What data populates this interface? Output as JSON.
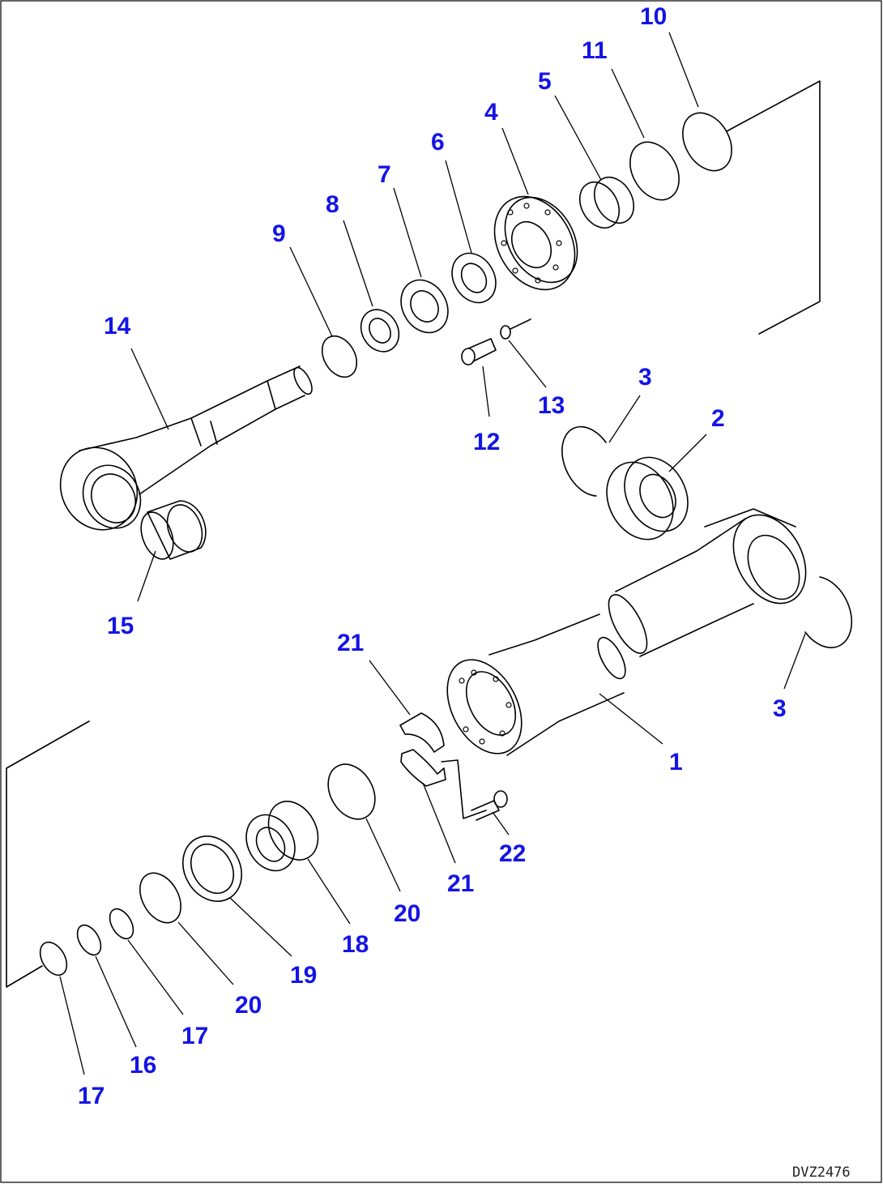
{
  "drawing_code": "DVZ2476",
  "part_labels": [
    {
      "id": "p10",
      "text": "10"
    },
    {
      "id": "p11",
      "text": "11"
    },
    {
      "id": "p5",
      "text": "5"
    },
    {
      "id": "p4",
      "text": "4"
    },
    {
      "id": "p6",
      "text": "6"
    },
    {
      "id": "p7",
      "text": "7"
    },
    {
      "id": "p8",
      "text": "8"
    },
    {
      "id": "p9",
      "text": "9"
    },
    {
      "id": "p14",
      "text": "14"
    },
    {
      "id": "p13",
      "text": "13"
    },
    {
      "id": "p12",
      "text": "12"
    },
    {
      "id": "p3a",
      "text": "3"
    },
    {
      "id": "p2",
      "text": "2"
    },
    {
      "id": "p15",
      "text": "15"
    },
    {
      "id": "p21a",
      "text": "21"
    },
    {
      "id": "p3b",
      "text": "3"
    },
    {
      "id": "p1",
      "text": "1"
    },
    {
      "id": "p22",
      "text": "22"
    },
    {
      "id": "p21b",
      "text": "21"
    },
    {
      "id": "p20a",
      "text": "20"
    },
    {
      "id": "p18",
      "text": "18"
    },
    {
      "id": "p19",
      "text": "19"
    },
    {
      "id": "p20b",
      "text": "20"
    },
    {
      "id": "p17a",
      "text": "17"
    },
    {
      "id": "p16",
      "text": "16"
    },
    {
      "id": "p17b",
      "text": "17"
    }
  ]
}
